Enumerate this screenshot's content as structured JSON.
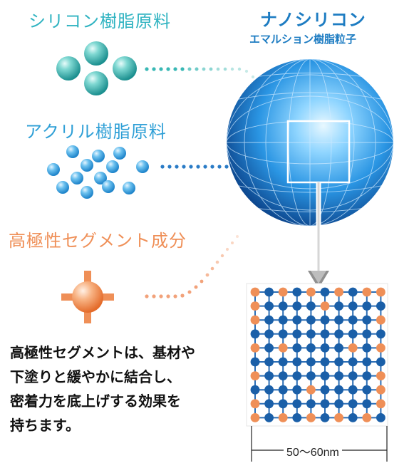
{
  "labels": {
    "silicone_raw": "シリコン樹脂原料",
    "acrylic_raw": "アクリル樹脂原料",
    "polar_segment": "高極性セグメント成分",
    "title_main": "ナノシリコン",
    "title_sub": "エマルション樹脂粒子",
    "description": [
      "高極性セグメントは、基材や",
      "下塗りと緩やかに結合し、",
      "密着力を底上げする効果を",
      "持ちます。"
    ],
    "scale": "50〜60nm"
  },
  "colors": {
    "teal": "#2fb3c1",
    "blue": "#2e9fd6",
    "orange": "#ef8f57",
    "navy": "#1d7cc2",
    "grid_blue": "#1a5fa8"
  }
}
